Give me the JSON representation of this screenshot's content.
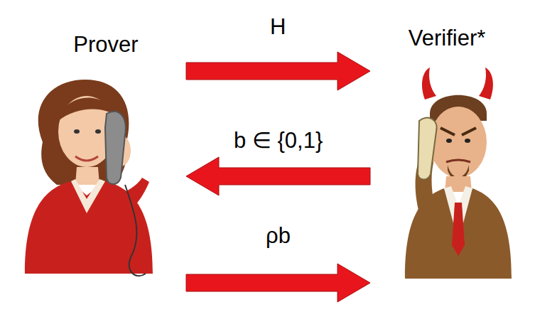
{
  "diagram": {
    "nodes": [
      {
        "text": [
          "Prover"
        ]
      },
      {
        "text": [
          "Verifier*"
        ]
      }
    ],
    "edges": [
      {
        "from": 0,
        "to": 1,
        "arrow": "to",
        "label": "H"
      },
      {
        "from": 1,
        "to": 0,
        "arrow": "to",
        "label": "b ∈ {0,1}"
      },
      {
        "from": 0,
        "to": 1,
        "arrow": "to",
        "label": "ρb"
      }
    ]
  }
}
